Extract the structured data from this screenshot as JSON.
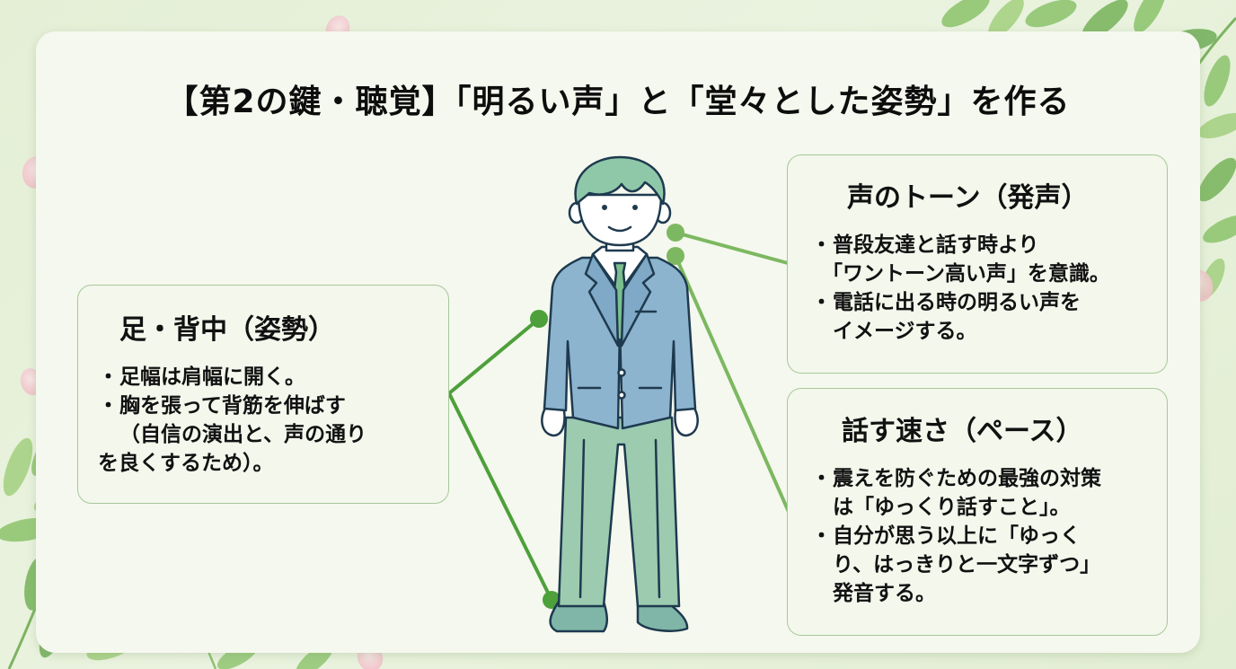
{
  "title": "【第2の鍵・聴覚】「明るい声」と「堂々とした姿勢」を作る",
  "colors": {
    "background": "#e6f0da",
    "card": "#f5f8ee",
    "box_border": "#a8c89a",
    "connector_left": "#4da03a",
    "connector_right": "#7cb861",
    "suit": "#8db4cf",
    "pants": "#9ccbb0",
    "hair": "#8fc8a8",
    "tie": "#7cbf8f",
    "outline": "#1e3a4f",
    "petal": "#f2c4cc",
    "leaf": "#8cc06a"
  },
  "illustration": {
    "subject": "businessman-standing",
    "description": "Young man in blue suit jacket, green trousers and tie, standing upright smiling"
  },
  "boxes": {
    "posture": {
      "title": "足・背中（姿勢）",
      "bullets": [
        {
          "marker": "・",
          "lines": [
            "足幅は肩幅に開く。"
          ]
        },
        {
          "marker": "・",
          "lines": [
            "胸を張って背筋を伸ばす",
            "（自信の演出と、声の通り",
            "を良くするため）。"
          ]
        }
      ]
    },
    "tone": {
      "title": "声のトーン（発声）",
      "bullets": [
        {
          "marker": "・",
          "lines": [
            "普段友達と話す時より",
            "「ワントーン高い声」を意識。"
          ]
        },
        {
          "marker": "・",
          "lines": [
            "電話に出る時の明るい声を",
            "イメージする。"
          ]
        }
      ]
    },
    "pace": {
      "title": "話す速さ（ペース）",
      "bullets": [
        {
          "marker": "・",
          "lines": [
            "震えを防ぐための最強の対策",
            "は「ゆっくり話すこと」。"
          ]
        },
        {
          "marker": "・",
          "lines": [
            "自分が思う以上に「ゆっく",
            "り、はっきりと一文字ずつ」",
            "発音する。"
          ]
        }
      ]
    }
  }
}
